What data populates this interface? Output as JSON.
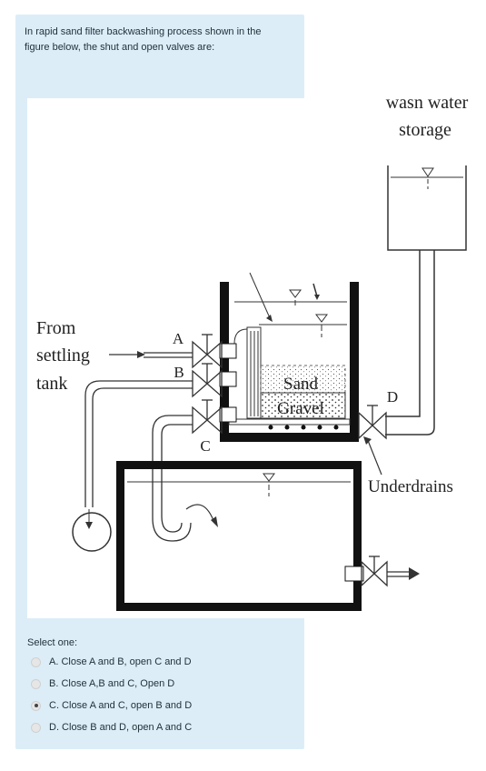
{
  "question": {
    "text": "In rapid sand filter backwashing process shown in the figure below, the shut and open valves are:"
  },
  "figure": {
    "labels": {
      "wash_water_line1": "wasn water",
      "wash_water_line2": "storage",
      "from": "From",
      "settling": "settling",
      "tank": "tank",
      "valve_a": "A",
      "valve_b": "B",
      "valve_c": "C",
      "valve_d": "D",
      "sand": "Sand",
      "gravel": "Gravel",
      "underdrains": "Underdrains"
    }
  },
  "answer": {
    "prompt": "Select one:",
    "selected_index": 2,
    "options": [
      {
        "label": "A. Close A and B, open C and D"
      },
      {
        "label": "B. Close A,B and C, Open D"
      },
      {
        "label": "C. Close A and C, open B and D"
      },
      {
        "label": "D. Close B and D, open A and C"
      }
    ]
  }
}
